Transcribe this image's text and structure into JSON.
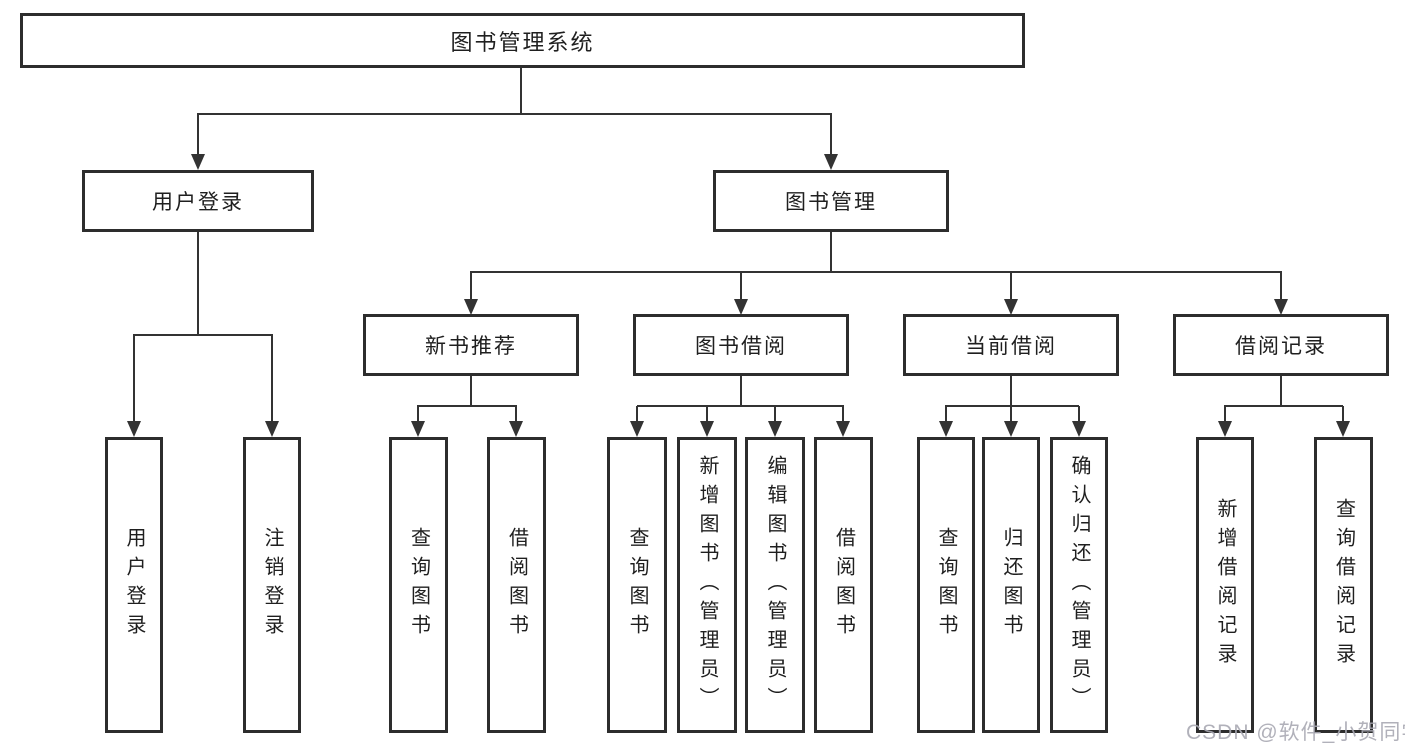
{
  "diagram_title": "图书管理系统",
  "tree": {
    "label": "图书管理系统",
    "children": [
      {
        "label": "用户登录",
        "children": [
          {
            "label": "用户登录"
          },
          {
            "label": "注销登录"
          }
        ]
      },
      {
        "label": "图书管理",
        "children": [
          {
            "label": "新书推荐",
            "children": [
              {
                "label": "查询图书"
              },
              {
                "label": "借阅图书"
              }
            ]
          },
          {
            "label": "图书借阅",
            "children": [
              {
                "label": "查询图书"
              },
              {
                "label": "新增图书（管理员）"
              },
              {
                "label": "编辑图书（管理员）"
              },
              {
                "label": "借阅图书"
              }
            ]
          },
          {
            "label": "当前借阅",
            "children": [
              {
                "label": "查询图书"
              },
              {
                "label": "归还图书"
              },
              {
                "label": "确认归还（管理员）"
              }
            ]
          },
          {
            "label": "借阅记录",
            "children": [
              {
                "label": "新增借阅记录"
              },
              {
                "label": "查询借阅记录"
              }
            ]
          }
        ]
      }
    ]
  },
  "watermark": {
    "text": "CSDN @软件_小贺同学"
  },
  "colors": {
    "line": "#333333",
    "box_border": "#2d2d2d",
    "text": "#1f1f1f",
    "watermark": "#a8a8b2",
    "background": "#ffffff"
  }
}
